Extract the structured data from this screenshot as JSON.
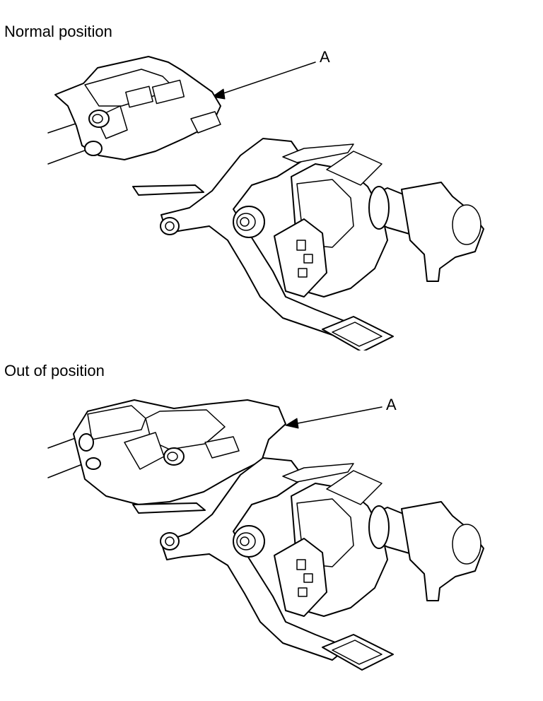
{
  "figures": [
    {
      "caption": "Normal position",
      "callout": "A",
      "bracket_state": "normal"
    },
    {
      "caption": "Out of position",
      "callout": "A",
      "bracket_state": "out"
    }
  ]
}
